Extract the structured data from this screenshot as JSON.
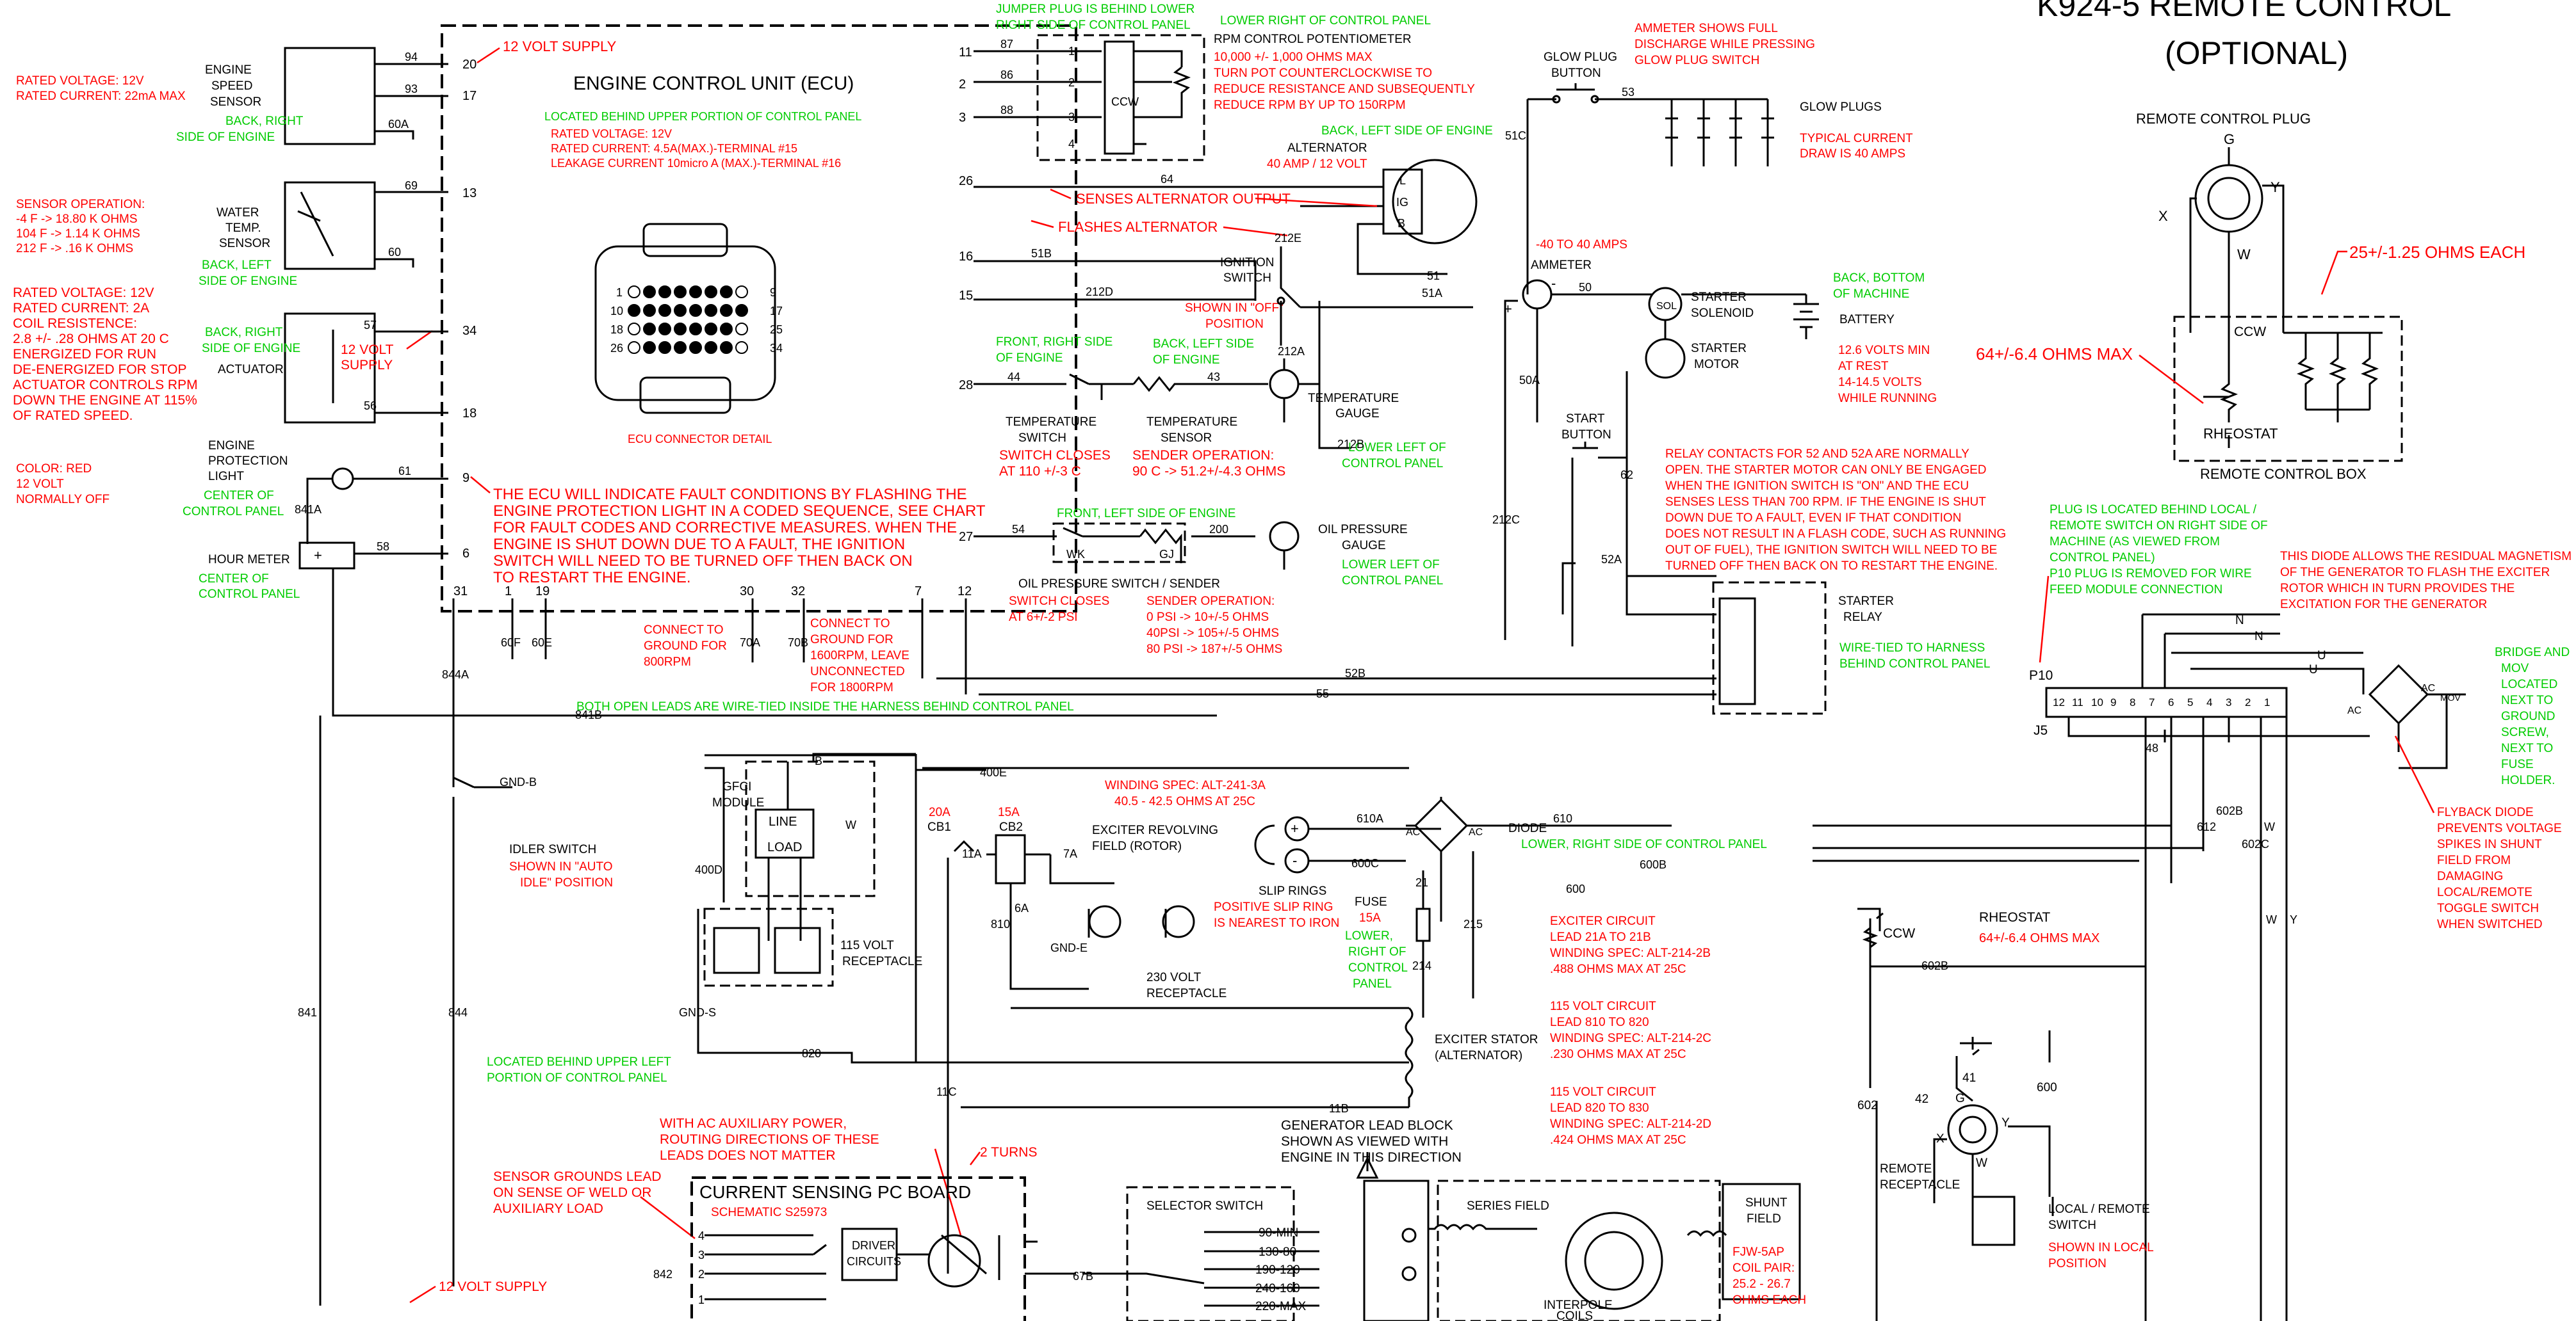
{
  "ecu": {
    "title": "ENGINE CONTROL UNIT (ECU)",
    "location": "LOCATED BEHIND UPPER PORTION OF CONTROL PANEL",
    "specs": [
      "RATED VOLTAGE:  12V",
      "RATED CURRENT:  4.5A(MAX.)-TERMINAL #15",
      "LEAKAGE CURRENT 10micro A (MAX.)-TERMINAL #16"
    ],
    "connector_label": "ECU CONNECTOR DETAIL",
    "fault_note": [
      "THE ECU WILL INDICATE FAULT CONDITIONS BY FLASHING THE",
      "ENGINE PROTECTION LIGHT IN A CODED SEQUENCE, SEE CHART",
      "FOR FAULT CODES AND CORRECTIVE MEASURES.  WHEN THE",
      "ENGINE IS SHUT DOWN DUE TO A FAULT, THE IGNITION",
      "SWITCH WILL NEED TO BE TURNED OFF THEN BACK ON",
      "TO RESTART THE ENGINE."
    ],
    "pins_left": [
      "20",
      "17",
      "13",
      "34",
      "18",
      "9",
      "6"
    ],
    "pins_right": [
      "11",
      "2",
      "3",
      "26",
      "16",
      "15",
      "28",
      "27"
    ],
    "pins_bottom": [
      "31",
      "1",
      "19",
      "30",
      "32",
      "7",
      "12"
    ],
    "connector_rows": [
      "1",
      "9",
      "10",
      "17",
      "18",
      "25",
      "26",
      "34"
    ],
    "supply_12v": "12 VOLT SUPPLY"
  },
  "speed_sensor": {
    "name": [
      "ENGINE",
      "SPEED",
      "SENSOR"
    ],
    "location": [
      "BACK, RIGHT",
      "SIDE OF ENGINE"
    ],
    "specs": [
      "RATED VOLTAGE: 12V",
      "RATED CURRENT: 22mA MAX"
    ],
    "wires": [
      "94",
      "93",
      "60A"
    ]
  },
  "water_sensor": {
    "name": [
      "WATER",
      "TEMP.",
      "SENSOR"
    ],
    "location": [
      "BACK, LEFT",
      "SIDE OF ENGINE"
    ],
    "specs": [
      "SENSOR OPERATION:",
      "-4 F    -> 18.80 K OHMS",
      "104 F ->   1.14 K OHMS",
      "212 F ->   .16 K OHMS"
    ],
    "wires": [
      "69",
      "60"
    ]
  },
  "actuator": {
    "name": "ACTUATOR",
    "location": [
      "BACK, RIGHT",
      "SIDE OF ENGINE"
    ],
    "supply": [
      "12 VOLT",
      "SUPPLY"
    ],
    "specs": [
      "RATED VOLTAGE:  12V",
      "RATED CURRENT:  2A",
      "COIL RESISTENCE:",
      "    2.8 +/- .28 OHMS AT 20 C",
      "ENERGIZED FOR RUN",
      "DE-ENERGIZED FOR STOP",
      "ACTUATOR CONTROLS RPM",
      "DOWN THE ENGINE AT 115%",
      "OF RATED SPEED."
    ],
    "wires": [
      "57",
      "56"
    ]
  },
  "protection_light": {
    "name": [
      "ENGINE",
      "PROTECTION",
      "LIGHT"
    ],
    "color_spec": [
      "COLOR: RED",
      "12 VOLT",
      "NORMALLY OFF"
    ],
    "location": [
      "CENTER OF",
      "CONTROL PANEL"
    ],
    "wires": [
      "841A",
      "61"
    ]
  },
  "hour_meter": {
    "name": "HOUR METER",
    "location": [
      "CENTER OF",
      "CONTROL PANEL"
    ],
    "wire": "58"
  },
  "rpm_pot": {
    "jumper_note": [
      "JUMPER PLUG IS BEHIND LOWER",
      "RIGHT SIDE OF CONTROL PANEL"
    ],
    "location": "LOWER RIGHT OF CONTROL PANEL",
    "name": "RPM CONTROL POTENTIOMETER",
    "spec": [
      "10,000 +/- 1,000 OHMS MAX",
      "TURN POT COUNTERCLOCKWISE TO",
      "REDUCE RESISTANCE AND SUBSEQUENTLY",
      "REDUCE RPM BY UP TO 150RPM"
    ],
    "wires": [
      "87",
      "86",
      "88"
    ],
    "ccw": "CCW",
    "plug_pins": [
      "1",
      "2",
      "3",
      "4"
    ]
  },
  "alternator": {
    "location": "BACK, LEFT SIDE OF ENGINE",
    "name": "ALTERNATOR",
    "rating": "40 AMP / 12 VOLT",
    "terminals": [
      "L",
      "IG",
      "B"
    ],
    "notes": [
      "SENSES ALTERNATOR OUTPUT",
      "FLASHES ALTERNATOR"
    ],
    "wires": [
      "64",
      "212E",
      "51B",
      "212D",
      "51",
      "51A"
    ]
  },
  "ignition": {
    "name": [
      "IGNITION",
      "SWITCH"
    ],
    "shown": [
      "SHOWN IN \"OFF\"",
      "POSITION"
    ]
  },
  "glow": {
    "button": [
      "GLOW PLUG",
      "BUTTON"
    ],
    "plugs": "GLOW PLUGS",
    "ammeter_note": [
      "AMMETER SHOWS FULL",
      "DISCHARGE WHILE PRESSING",
      "GLOW PLUG SWITCH"
    ],
    "current_note": [
      "TYPICAL CURRENT",
      "DRAW IS 40 AMPS"
    ],
    "wires": [
      "51C",
      "53"
    ]
  },
  "ammeter": {
    "range": "-40 TO 40 AMPS",
    "name": "AMMETER",
    "wires": [
      "50",
      "50A"
    ]
  },
  "starter": {
    "solenoid": [
      "STARTER",
      "SOLENOID"
    ],
    "motor": [
      "STARTER",
      "MOTOR"
    ],
    "battery_location": [
      "BACK, BOTTOM",
      "OF MACHINE"
    ],
    "battery": "BATTERY",
    "battery_spec": [
      "12.6 VOLTS MIN",
      "AT REST",
      "14-14.5 VOLTS",
      "WHILE RUNNING"
    ],
    "start_button": [
      "START",
      "BUTTON"
    ],
    "relay": [
      "STARTER",
      "RELAY"
    ],
    "relay_location": [
      "WIRE-TIED TO HARNESS",
      "BEHIND CONTROL PANEL"
    ],
    "relay_note": [
      "RELAY CONTACTS FOR 52 AND 52A ARE NORMALLY",
      "OPEN. THE STARTER MOTOR CAN ONLY BE ENGAGED",
      "WHEN THE IGNITION SWITCH IS \"ON\" AND THE ECU",
      "SENSES LESS THAN 700 RPM.  IF THE ENGINE IS SHUT",
      "DOWN DUE TO A FAULT, EVEN IF THAT CONDITION",
      "DOES NOT RESULT IN A FLASH CODE, SUCH AS RUNNING",
      "OUT OF FUEL), THE IGNITION SWITCH WILL NEED TO BE",
      "TURNED OFF THEN BACK ON TO RESTART THE ENGINE."
    ],
    "wires": [
      "62",
      "52A",
      "212C",
      "52B",
      "55"
    ]
  },
  "temp": {
    "switch_location": [
      "FRONT, RIGHT SIDE",
      "OF ENGINE"
    ],
    "sensor_location": [
      "BACK, LEFT SIDE",
      "OF ENGINE"
    ],
    "switch": [
      "TEMPERATURE",
      "SWITCH"
    ],
    "switch_spec": [
      "SWITCH CLOSES",
      "AT 110 +/-3 C"
    ],
    "sensor": [
      "TEMPERATURE",
      "SENSOR"
    ],
    "sensor_spec": [
      "SENDER OPERATION:",
      "90 C -> 51.2+/-4.3 OHMS"
    ],
    "gauge": [
      "TEMPERATURE",
      "GAUGE"
    ],
    "gauge_location": [
      "LOWER LEFT OF",
      "CONTROL PANEL"
    ],
    "wires": [
      "44",
      "43",
      "212A",
      "212B"
    ]
  },
  "oil": {
    "location": "FRONT, LEFT SIDE OF ENGINE",
    "name": "OIL PRESSURE SWITCH / SENDER",
    "switch_spec": [
      "SWITCH CLOSES",
      "AT 6+/-2 PSI"
    ],
    "sender_spec": [
      "SENDER OPERATION:",
      "0 PSI -> 10+/-5 OHMS",
      "40PSI -> 105+/-5 OHMS",
      "80 PSI -> 187+/-5 OHMS"
    ],
    "gauge": [
      "OIL PRESSURE",
      "GAUGE"
    ],
    "gauge_location": [
      "LOWER LEFT OF",
      "CONTROL PANEL"
    ],
    "wires": [
      "54",
      "200"
    ],
    "wk": "WK",
    "gj": "GJ"
  },
  "speed_select": {
    "ground_800": [
      "CONNECT TO",
      "GROUND FOR",
      "800RPM"
    ],
    "ground_1600": [
      "CONNECT TO",
      "GROUND FOR",
      "1600RPM, LEAVE",
      "UNCONNECTED",
      "FOR 1800RPM"
    ],
    "wires": [
      "60F",
      "60E",
      "70A",
      "70B",
      "844A",
      "841B"
    ],
    "open_leads": "BOTH OPEN LEADS ARE WIRE-TIED INSIDE THE HARNESS BEHIND CONTROL PANEL"
  },
  "gfci": {
    "module": [
      "GFCI",
      "MODULE"
    ],
    "line": "LINE",
    "load": "LOAD",
    "wires": [
      "B",
      "W",
      "400D",
      "400E",
      "820",
      "GND-S"
    ],
    "receptacle": [
      "115 VOLT",
      "RECEPTACLE"
    ],
    "location": [
      "LOCATED BEHIND UPPER LEFT",
      "PORTION OF CONTROL PANEL"
    ]
  },
  "idler": {
    "name": "IDLER SWITCH",
    "shown": [
      "SHOWN IN \"AUTO",
      "IDLE\" POSITION"
    ],
    "gnd": "GND-B",
    "wires": [
      "841",
      "844"
    ]
  },
  "exciter": {
    "cb1": [
      "20A",
      "CB1"
    ],
    "cb2": [
      "15A",
      "CB2"
    ],
    "winding": [
      "WINDING SPEC: ALT-241-3A",
      "40.5 - 42.5 OHMS AT 25C"
    ],
    "field": [
      "EXCITER REVOLVING",
      "FIELD (ROTOR)"
    ],
    "slip_rings": "SLIP RINGS",
    "slip_note": [
      "POSITIVE SLIP RING",
      "IS NEAREST TO IRON"
    ],
    "recept_230": [
      "230 VOLT",
      "RECEPTACLE"
    ],
    "diode": "DIODE",
    "diode_location": "LOWER, RIGHT SIDE OF CONTROL PANEL",
    "fuse": [
      "FUSE",
      "15A"
    ],
    "fuse_location": [
      "LOWER,",
      "RIGHT OF",
      "CONTROL",
      "PANEL"
    ],
    "stator": [
      "EXCITER STATOR",
      "(ALTERNATOR)"
    ],
    "circuits": [
      [
        "EXCITER CIRCUIT",
        "   LEAD 21A TO 21B",
        "WINDING SPEC: ALT-214-2B",
        ".488 OHMS MAX AT 25C"
      ],
      [
        "115 VOLT CIRCUIT",
        "   LEAD 810 TO 820",
        "WINDING SPEC: ALT-214-2C",
        ".230 OHMS MAX AT 25C"
      ],
      [
        "115 VOLT CIRCUIT",
        "   LEAD 820 TO 830",
        "WINDING SPEC: ALT-214-2D",
        ".424 OHMS MAX AT 25C"
      ]
    ],
    "wires": [
      "11A",
      "7A",
      "6A",
      "810",
      "GND-E",
      "610A",
      "600C",
      "610",
      "600",
      "600B",
      "21",
      "215",
      "214",
      "11C",
      "11B",
      "67B"
    ],
    "ac": "AC"
  },
  "pcb": {
    "note": [
      "WITH AC AUXILIARY POWER,",
      "ROUTING DIRECTIONS OF THESE",
      "LEADS DOES NOT MATTER"
    ],
    "turns": "2 TURNS",
    "grounds": [
      "SENSOR GROUNDS LEAD",
      "ON SENSE OF WELD OR",
      "AUXILIARY LOAD"
    ],
    "title": "CURRENT SENSING PC BOARD",
    "schematic": "SCHEMATIC S25973",
    "driver": [
      "DRIVER",
      "CIRCUITS"
    ],
    "pins": [
      "4",
      "3",
      "2",
      "1"
    ],
    "supply": "12 VOLT SUPPLY",
    "wire": "842"
  },
  "gen_block": {
    "label": [
      "GENERATOR LEAD BLOCK",
      "SHOWN AS VIEWED WITH",
      "ENGINE IN THIS DIRECTION"
    ]
  },
  "selector": {
    "title": "SELECTOR SWITCH",
    "positions": [
      "90-MIN",
      "130-80",
      "190-120",
      "240-160",
      "220-MAX"
    ]
  },
  "series_field": {
    "label": "SERIES FIELD",
    "interpole": [
      "INTERPOLE",
      "COILS"
    ]
  },
  "shunt": {
    "label": [
      "SHUNT",
      "FIELD"
    ],
    "spec": [
      "FJW-5AP",
      "COIL PAIR:",
      "25.2 - 26.7",
      "OHMS EACH"
    ]
  },
  "remote": {
    "title": [
      "K924-5 REMOTE CONTROL",
      "(OPTIONAL)"
    ],
    "plug": "REMOTE CONTROL PLUG",
    "plug_pins": [
      "G",
      "X",
      "Y",
      "W"
    ],
    "ohms_each": "25+/-1.25 OHMS EACH",
    "ohms_max": "64+/-6.4 OHMS MAX",
    "ccw": "CCW",
    "rheostat": "RHEOSTAT",
    "box": "REMOTE CONTROL BOX",
    "p10_note": [
      "PLUG IS LOCATED BEHIND LOCAL /",
      "REMOTE SWITCH ON RIGHT SIDE OF",
      "MACHINE (AS VIEWED FROM",
      "CONTROL PANEL)"
    ],
    "p10_removed": [
      "P10 PLUG IS REMOVED FOR WIRE",
      "FEED MODULE CONNECTION"
    ],
    "p10": "P10",
    "j5": "J5",
    "j5_pins": [
      "12",
      "11",
      "10",
      "9",
      "8",
      "7",
      "6",
      "5",
      "4",
      "3",
      "2",
      "1"
    ],
    "diode_note": [
      "THIS DIODE ALLOWS THE RESIDUAL MAGNETISM",
      "OF THE GENERATOR TO FLASH THE EXCITER",
      "ROTOR WHICH IN TURN PROVIDES THE",
      "EXCITATION FOR THE GENERATOR"
    ],
    "bridge": [
      "BRIDGE AND",
      "MOV",
      "LOCATED",
      "NEXT TO",
      "GROUND",
      "SCREW,",
      "NEXT TO",
      "FUSE",
      "HOLDER."
    ],
    "flyback": [
      "FLYBACK DIODE",
      "PREVENTS VOLTAGE",
      "SPIKES IN SHUNT",
      "FIELD FROM",
      "DAMAGING",
      "LOCAL/REMOTE",
      "TOGGLE SWITCH",
      "WHEN SWITCHED"
    ],
    "rheostat2": "RHEOSTAT",
    "rheostat2_spec": "64+/-6.4 OHMS MAX",
    "recept": [
      "REMOTE",
      "RECEPTACLE"
    ],
    "local_remote": [
      "LOCAL / REMOTE",
      "SWITCH"
    ],
    "local_shown": [
      "SHOWN IN LOCAL",
      "POSITION"
    ],
    "wires": [
      "N",
      "N",
      "U",
      "U",
      "48",
      "602B",
      "612",
      "602C",
      "W",
      "Y",
      "602",
      "42",
      "41",
      "600",
      "602B"
    ],
    "mov": "MOV"
  }
}
